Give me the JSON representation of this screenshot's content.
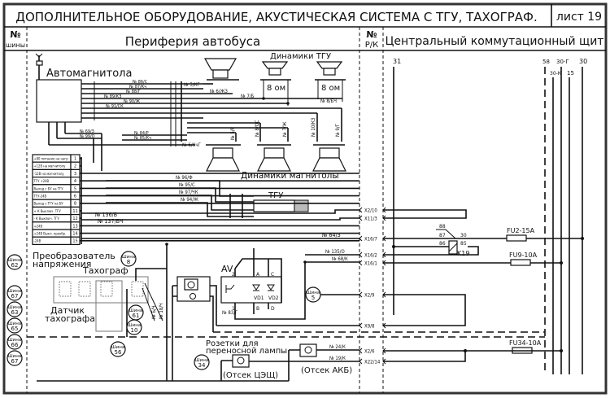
{
  "header": {
    "title": "ДОПОЛНИТЕЛЬНОЕ ОБОРУДОВАНИЕ, АКУСТИЧЕСКАЯ  СИСТЕМА С ТГУ, ТАХОГРАФ.",
    "sheet": "лист 19",
    "col_bus_no": "№",
    "col_bus_sub": "шины",
    "col_periphery": "Периферия автобуса",
    "col_rk_no": "№",
    "col_rk_sub": "Р/К",
    "col_central": "Центральный коммутационный щит"
  },
  "components": {
    "radio": "Автомагнитола",
    "tgu_speakers": "Динамики ТГУ",
    "radio_speakers": "Динамики магнитолы",
    "tgu": "ТГУ",
    "converter_line1": "Преобразователь",
    "converter_line2": "напряжения",
    "tachograph": "Тахограф",
    "sensor_line1": "Датчик",
    "sensor_line2": "тахографа",
    "av": "AV",
    "sockets_line1": "Розетки для",
    "sockets_line2": "переносной лампы",
    "compartment_cesh": "(Отсек ЦЭЩ)",
    "compartment_akb": "(Отсек АКБ)",
    "relay": "K19",
    "ohm1": "8 ом",
    "ohm2": "8 ом"
  },
  "wire_labels": {
    "w86": "№ 86/С",
    "w87": "№ 87/Кч",
    "w88": "№ 88/Г",
    "w89": "№ 89/КЗ",
    "w90": "№ 90/Ж",
    "w91": "№ 91/СК",
    "w84": "№ 84/Р",
    "w85": "№ 85/Кч",
    "w69": "№ 69/З",
    "w99": "№ 99/О",
    "w5kg": "№ 5/КГ",
    "w6zh": "№ 6/ЖЗ",
    "w7b": "№ 7/Б",
    "w8bch": "№ 8/БЧ",
    "w6kch": "№ 6/КчГ",
    "w5r": "№ 5/Р",
    "w8o": "№ 8/ОС",
    "w7zh": "№ 7/Ж",
    "w10kz": "№ 10/КЗ",
    "w9g": "№ 9/Г",
    "w96": "№ 96/Ф",
    "w95": "№ 95/С",
    "w97": "№ 97/ЧК",
    "w94": "№ 94/Ж",
    "w136": "№ 136/Б",
    "w137": "№ 137/БЧ",
    "w64": "№ 64/З",
    "w135": "№ 135/О",
    "w68": "№ 68/К",
    "w83": "№ 83/Г",
    "w24": "№ 24/К",
    "w19": "№ 19/К",
    "wb6": "№ Б/Ч",
    "wb8": "№ 18/Ч"
  },
  "connectors": [
    "X2/10",
    "X11/3",
    "X16/7",
    "X16/2",
    "X16/1",
    "X2/9",
    "X9/8",
    "X2/6",
    "X22/14"
  ],
  "fuses": [
    "FU2-15A",
    "FU9-10A",
    "FU34-10A"
  ],
  "bus_terminals": [
    "31",
    "58",
    "30-К",
    "30-Г",
    "15",
    "30"
  ],
  "relay_pins": [
    "88",
    "87",
    "86",
    "30",
    "85"
  ],
  "av_pins": [
    "2",
    "A",
    "C",
    "1",
    "B",
    "D",
    "VD1",
    "VD2"
  ],
  "buses": [
    {
      "label": "Шина",
      "num": "62"
    },
    {
      "label": "Шина",
      "num": "67"
    },
    {
      "label": "Шина",
      "num": "63"
    },
    {
      "label": "Шина",
      "num": "65"
    },
    {
      "label": "Шина",
      "num": "66"
    },
    {
      "label": "Шина",
      "num": "67"
    },
    {
      "label": "Шина",
      "num": "8"
    },
    {
      "label": "Шина",
      "num": "61"
    },
    {
      "label": "Шина",
      "num": "10"
    },
    {
      "label": "Шина",
      "num": "56"
    },
    {
      "label": "Шина",
      "num": "5"
    },
    {
      "label": "Шина",
      "num": "34"
    }
  ],
  "converter_table": [
    {
      "label": "+80 питание на нагр",
      "pin": "1"
    },
    {
      "label": "+12В на магнитолу",
      "pin": "2"
    },
    {
      "label": "-12В на магнитолу",
      "pin": "3"
    },
    {
      "label": "ТГУ +24В",
      "pin": "4"
    },
    {
      "label": "Выход с БУ на ТГУ",
      "pin": "5"
    },
    {
      "label": "ТГУ-24В",
      "pin": "6"
    },
    {
      "label": "Выход с ТГУ на БУ",
      "pin": "8"
    },
    {
      "label": "+ К Выключ. ТГУ",
      "pin": "11"
    },
    {
      "label": "- К Выключ. ТГУ",
      "pin": "12"
    },
    {
      "label": "+24В",
      "pin": "13"
    },
    {
      "label": "+24В Выкл. преобр.",
      "pin": "14"
    },
    {
      "label": "-24В",
      "pin": "15"
    }
  ]
}
